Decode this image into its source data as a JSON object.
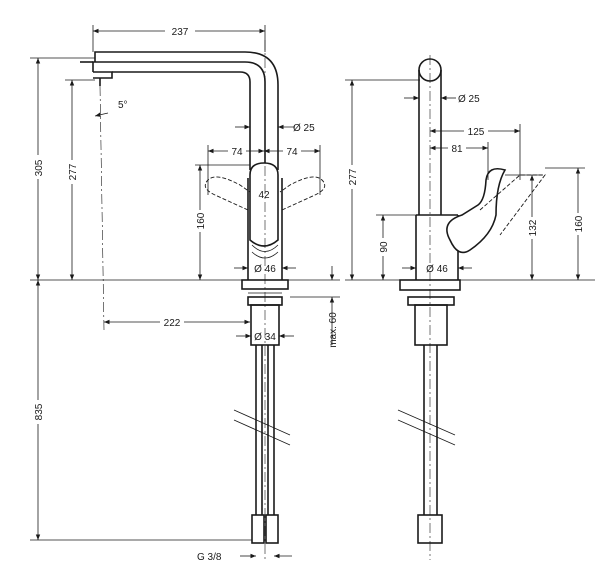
{
  "front_view": {
    "dim_spout_reach_top": "237",
    "dim_angle": "5°",
    "dim_total_height": "305",
    "dim_outlet_height": "277",
    "dim_column_diameter": "Ø 25",
    "dim_handle_left": "74",
    "dim_handle_right": "74",
    "dim_handle_width": "42",
    "dim_handle_height": "160",
    "dim_body_diameter": "Ø 46",
    "dim_spout_reach": "222",
    "dim_shank_diameter": "Ø 34",
    "dim_max_thickness": "max. 60",
    "dim_hose_length": "835",
    "dim_connection": "G 3/8"
  },
  "side_view": {
    "dim_column_diameter": "Ø 25",
    "dim_lever_reach": "125",
    "dim_lever_offset": "81",
    "dim_outlet_height": "277",
    "dim_lever_height": "160",
    "dim_lever_pivot_height": "132",
    "dim_body_height": "90",
    "dim_body_diameter": "Ø 46"
  }
}
